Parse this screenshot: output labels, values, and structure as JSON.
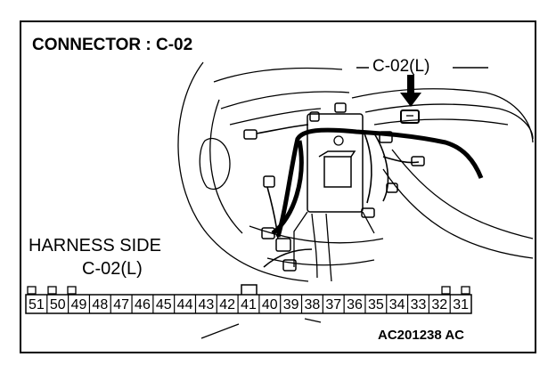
{
  "title": "CONNECTOR : C-02",
  "callout_label": "C-02(L)",
  "harness_side": {
    "line1": "HARNESS SIDE",
    "line2": "C-02(L)"
  },
  "connector_pins": [
    "51",
    "50",
    "49",
    "48",
    "47",
    "46",
    "45",
    "44",
    "43",
    "42",
    "41",
    "40",
    "39",
    "38",
    "37",
    "36",
    "35",
    "34",
    "33",
    "32",
    "31"
  ],
  "figure_id": "AC201238  AC"
}
